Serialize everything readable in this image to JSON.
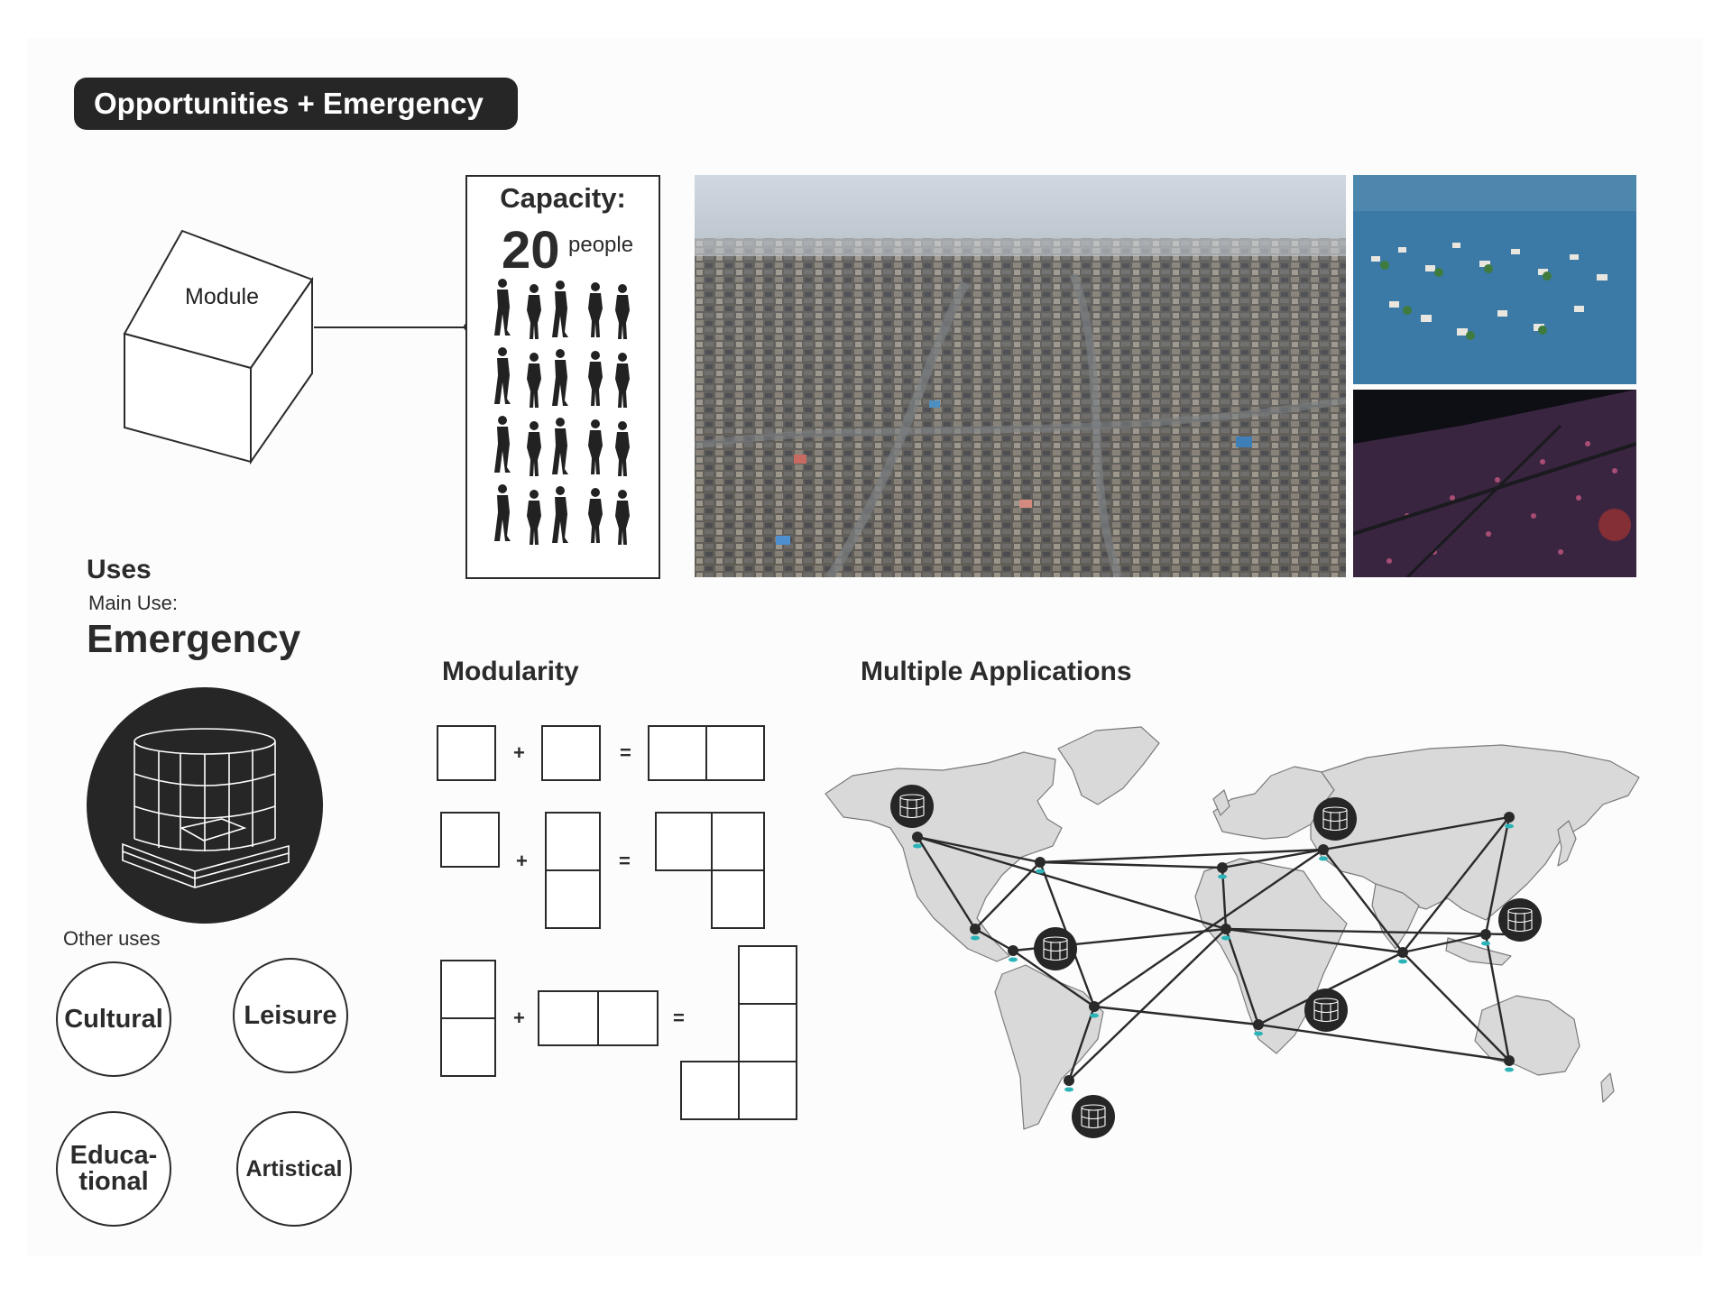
{
  "header": {
    "title": "Opportunities + Emergency"
  },
  "module": {
    "label": "Module"
  },
  "capacity": {
    "title": "Capacity:",
    "number": "20",
    "unit": "people",
    "figure_icon": "person-silhouette-icon"
  },
  "photos": [
    {
      "name": "aerial-floating-settlement-photo"
    },
    {
      "name": "floating-houses-on-lake-photo"
    },
    {
      "name": "night-city-aerial-photo"
    }
  ],
  "uses": {
    "heading": "Uses",
    "main_use_label": "Main Use:",
    "main_use_value": "Emergency",
    "other_uses_label": "Other uses",
    "other_uses": [
      "Cultural",
      "Leisure",
      "Educa-\ntional",
      "Artistical"
    ]
  },
  "modularity": {
    "heading": "Modularity",
    "plus": "+",
    "equals": "="
  },
  "applications": {
    "heading": "Multiple Applications",
    "map_icon": "world-map-icon",
    "marker_icon": "location-pin-icon",
    "module_icon": "module-cube-icon"
  },
  "colors": {
    "dark": "#262626",
    "map_land": "#d9d9d9",
    "pin_accent": "#2bb3b8",
    "sea": "#3d7ea6"
  }
}
